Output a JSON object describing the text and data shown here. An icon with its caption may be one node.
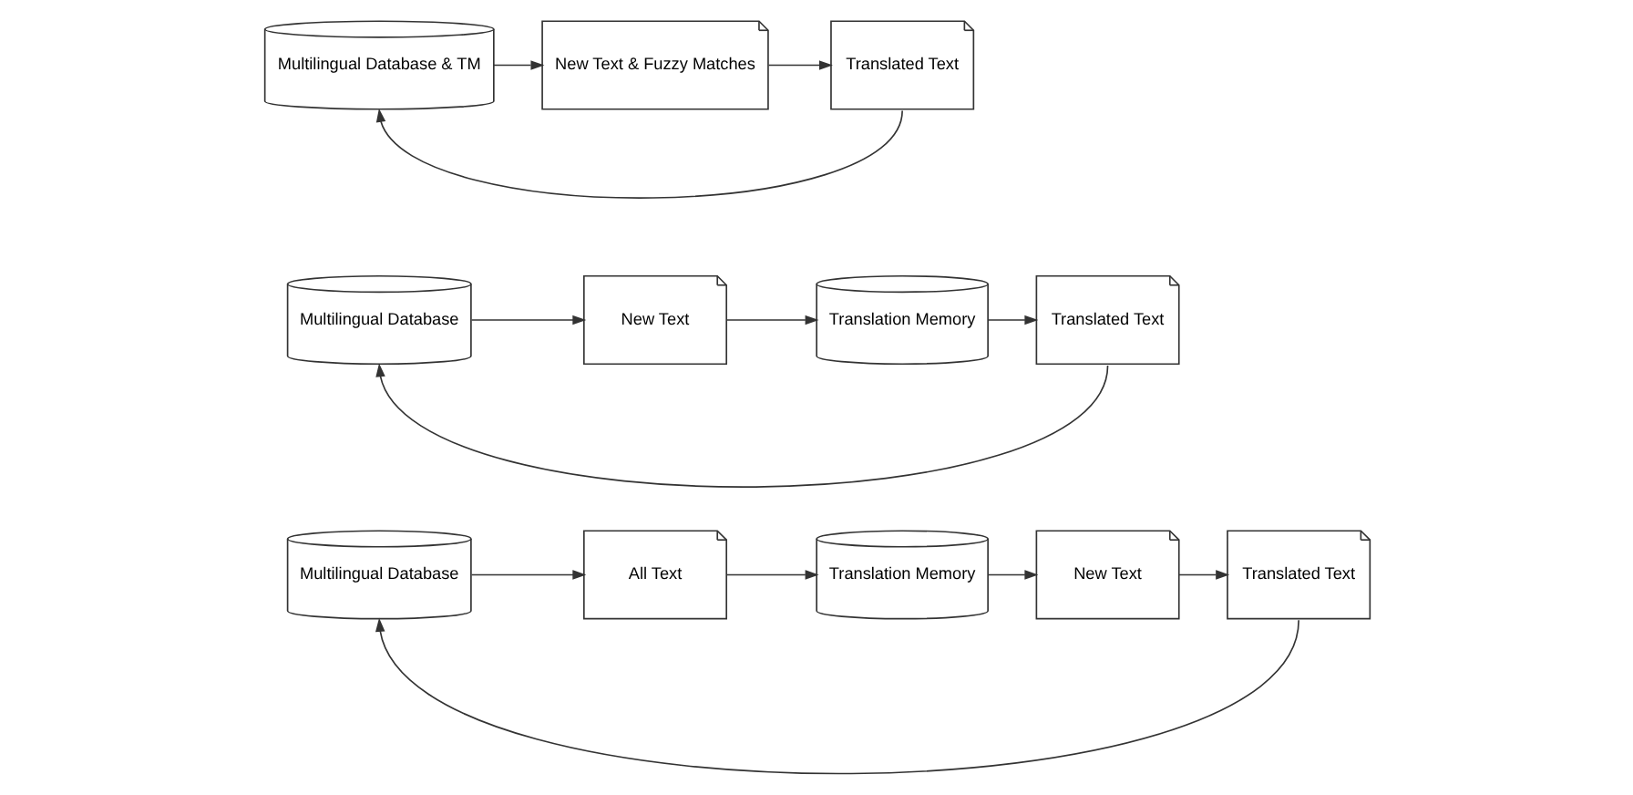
{
  "diagram": {
    "nodes": [
      {
        "text": [
          "Multilingual Database"
        ]
      },
      {
        "text": [
          "All Text"
        ]
      },
      {
        "text": [
          "Translation Memory"
        ]
      },
      {
        "text": [
          "New Text"
        ]
      },
      {
        "text": [
          "Translated Text"
        ]
      },
      {
        "text": [
          "Multilingual Database"
        ]
      },
      {
        "text": [
          "New Text"
        ]
      },
      {
        "text": [
          "Translation Memory"
        ]
      },
      {
        "text": [
          "Translated Text"
        ]
      },
      {
        "text": [
          "Multilingual Database & TM"
        ]
      },
      {
        "text": [
          "New Text & Fuzzy Matches"
        ]
      },
      {
        "text": [
          "Translated Text"
        ]
      }
    ],
    "edges": [
      {
        "from": 0,
        "to": 1,
        "arrow": "to"
      },
      {
        "from": 1,
        "to": 2,
        "arrow": "to"
      },
      {
        "from": 2,
        "to": 3,
        "arrow": "to"
      },
      {
        "from": 3,
        "to": 4,
        "arrow": "to"
      },
      {
        "from": 4,
        "to": 0,
        "arrow": "to"
      },
      {
        "from": 5,
        "to": 6,
        "arrow": "to"
      },
      {
        "from": 6,
        "to": 7,
        "arrow": "to"
      },
      {
        "from": 7,
        "to": 8,
        "arrow": "to"
      },
      {
        "from": 8,
        "to": 5,
        "arrow": "to"
      },
      {
        "from": 9,
        "to": 10,
        "arrow": "to"
      },
      {
        "from": 10,
        "to": 11,
        "arrow": "to"
      },
      {
        "from": 11,
        "to": 9,
        "arrow": "to"
      }
    ]
  }
}
